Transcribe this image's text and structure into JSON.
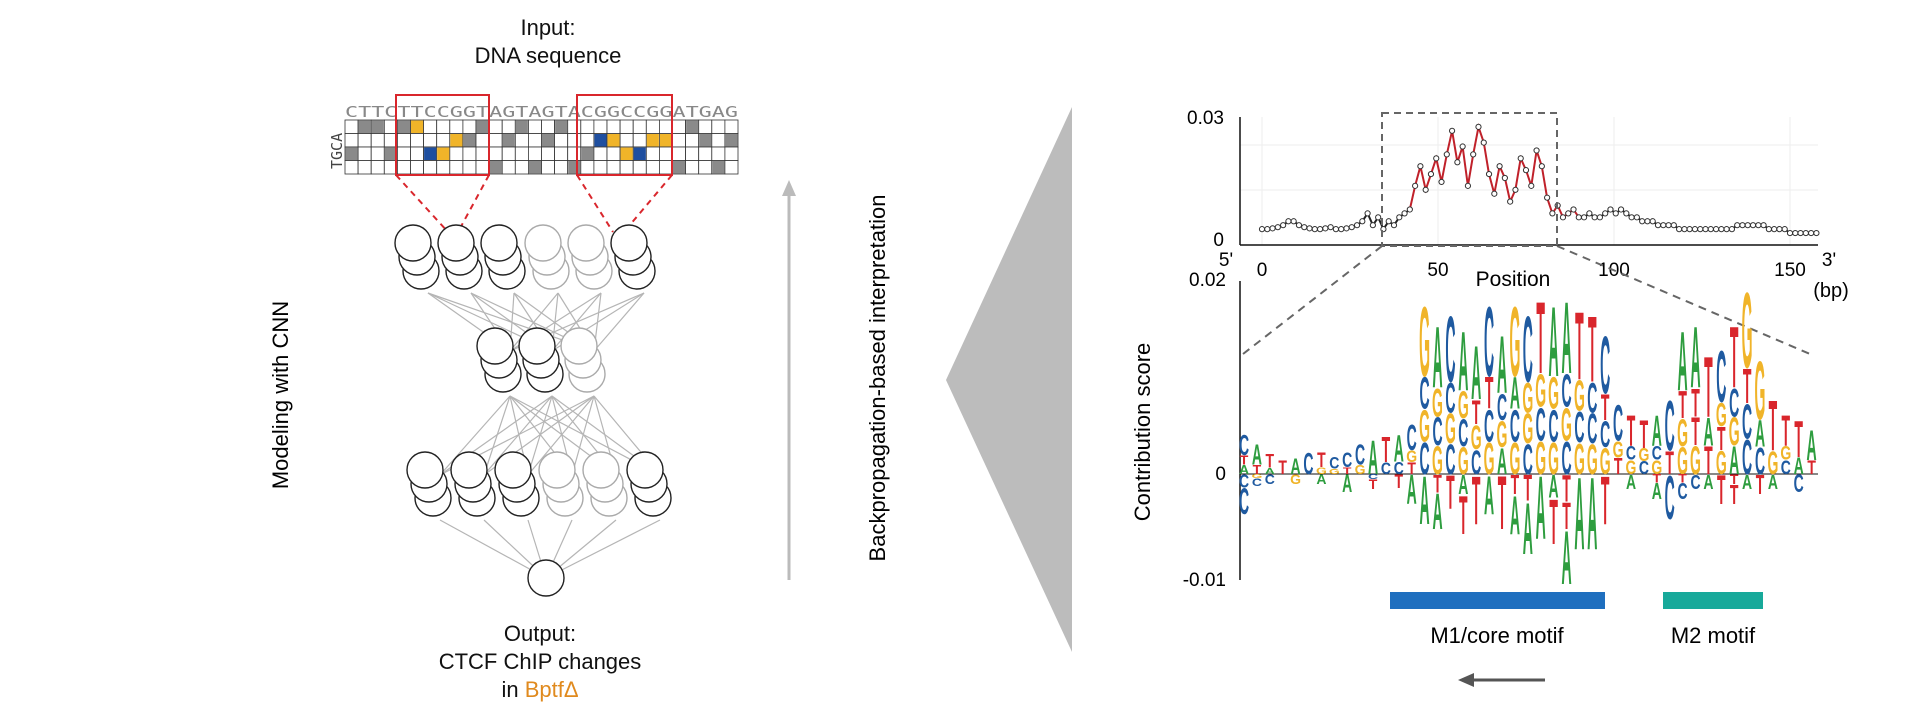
{
  "input": {
    "title_line1": "Input:",
    "title_line2": "DNA sequence",
    "sequence": "CTTCTTCCGGTAGTAGTACGGCCGGATGAG",
    "row_letters": "TGCA"
  },
  "output": {
    "line1": "Output:",
    "line2": "CTCF ChIP changes",
    "line3_prefix": "in ",
    "line3_accent": "BptfΔ"
  },
  "side_labels": {
    "left": "Modeling with CNN",
    "middle": "Backpropagation-based interpretation"
  },
  "top_plot": {
    "y_ticks": [
      "0.03",
      "0"
    ],
    "x_ticks": [
      "0",
      "50",
      "100",
      "150"
    ],
    "end_5": "5'",
    "end_3": "3'",
    "unit": "(bp)",
    "xlabel": "Position",
    "values": [
      0.002,
      0.002,
      0.0022,
      0.0025,
      0.003,
      0.004,
      0.004,
      0.003,
      0.0025,
      0.0022,
      0.002,
      0.002,
      0.0022,
      0.0025,
      0.002,
      0.002,
      0.0022,
      0.0025,
      0.003,
      0.004,
      0.006,
      0.003,
      0.005,
      0.002,
      0.004,
      0.003,
      0.005,
      0.006,
      0.007,
      0.013,
      0.018,
      0.012,
      0.016,
      0.02,
      0.014,
      0.021,
      0.027,
      0.019,
      0.023,
      0.013,
      0.021,
      0.028,
      0.024,
      0.016,
      0.011,
      0.018,
      0.015,
      0.009,
      0.012,
      0.02,
      0.017,
      0.013,
      0.022,
      0.018,
      0.01,
      0.006,
      0.008,
      0.005,
      0.006,
      0.007,
      0.005,
      0.005,
      0.006,
      0.005,
      0.005,
      0.006,
      0.007,
      0.006,
      0.007,
      0.006,
      0.005,
      0.005,
      0.004,
      0.004,
      0.004,
      0.003,
      0.003,
      0.003,
      0.003,
      0.002,
      0.002,
      0.002,
      0.002,
      0.002,
      0.002,
      0.002,
      0.002,
      0.002,
      0.002,
      0.002,
      0.003,
      0.003,
      0.003,
      0.003,
      0.003,
      0.003,
      0.002,
      0.002,
      0.002,
      0.002,
      0.001,
      0.001,
      0.001,
      0.001,
      0.001,
      0.001
    ]
  },
  "logo_plot": {
    "y_ticks": [
      "0.02",
      "0",
      "-0.01"
    ],
    "ylabel": "Contribution score"
  },
  "motifs": [
    {
      "label": "M1/core motif",
      "color": "#1f6fbf"
    },
    {
      "label": "M2 motif",
      "color": "#17a99a"
    }
  ],
  "colors": {
    "A": "#2e9d3f",
    "C": "#1f5aa0",
    "G": "#f0b429",
    "T": "#d9262c",
    "box": "#d9262c",
    "accent": "#e08a1e"
  }
}
